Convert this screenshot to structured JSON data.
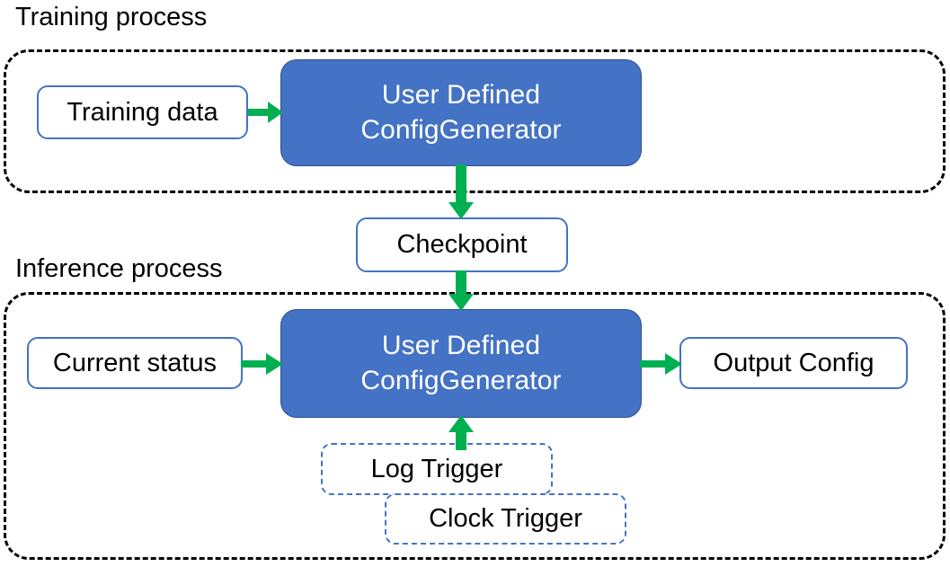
{
  "diagram": {
    "title_training": "Training process",
    "title_inference": "Inference process",
    "colors": {
      "node_fill_blue": "#4472C4",
      "node_border_blue": "#2F528F",
      "outline_blue": "#4472C4",
      "arrow_green": "#00B050",
      "container_border": "#000000",
      "text_dark": "#000000",
      "text_light": "#FFFFFF"
    }
  },
  "training": {
    "caption": "Training process",
    "input_node": "Training data",
    "generator_line1": "User Defined",
    "generator_line2": "ConfigGenerator"
  },
  "checkpoint": {
    "label": "Checkpoint"
  },
  "inference": {
    "caption": "Inference process",
    "input_node": "Current status",
    "generator_line1": "User Defined",
    "generator_line2": "ConfigGenerator",
    "output_node": "Output Config",
    "triggers": [
      {
        "label": "Log Trigger"
      },
      {
        "label": "Clock Trigger"
      }
    ]
  },
  "arrows": [
    {
      "name": "training-data-to-generator",
      "direction": "right"
    },
    {
      "name": "generator-to-checkpoint",
      "direction": "down"
    },
    {
      "name": "checkpoint-to-generator",
      "direction": "down"
    },
    {
      "name": "current-status-to-generator",
      "direction": "right"
    },
    {
      "name": "generator-to-output-config",
      "direction": "right"
    },
    {
      "name": "trigger-to-generator",
      "direction": "up"
    }
  ]
}
